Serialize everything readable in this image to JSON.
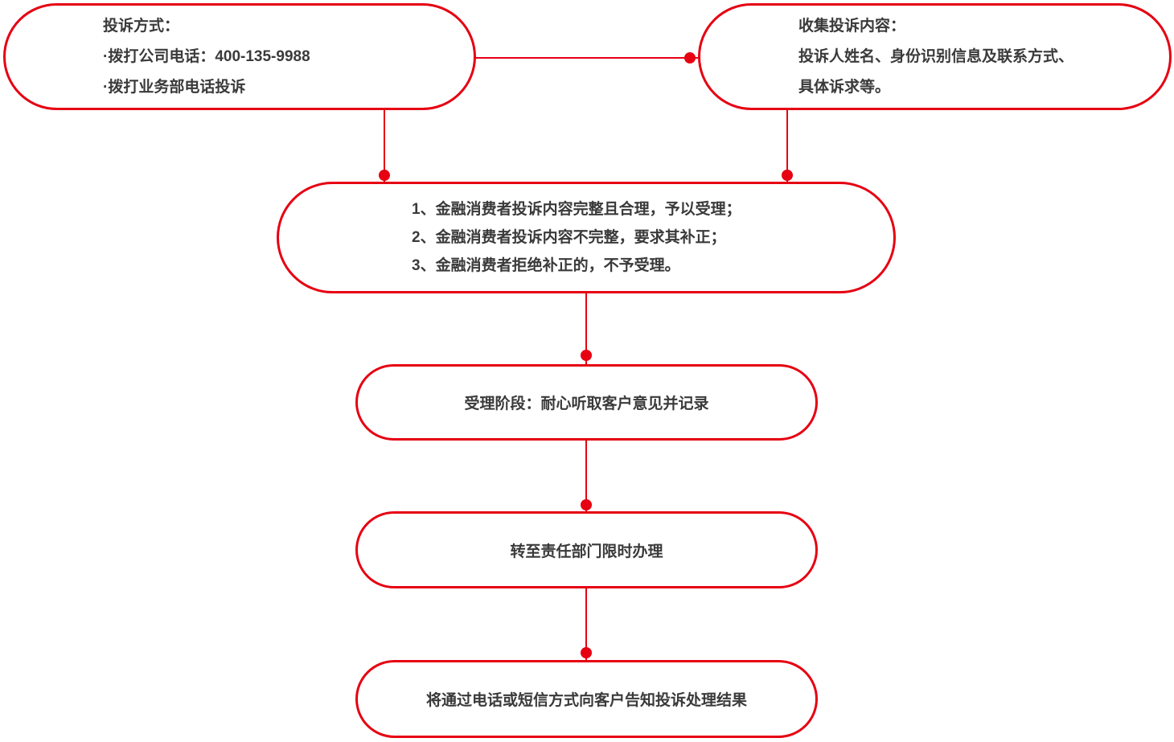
{
  "colors": {
    "accent_red": "#e60012",
    "text": "#3a3a3a",
    "background": "#ffffff"
  },
  "flowchart": {
    "nodes": [
      {
        "id": "complaint-methods",
        "lines": [
          "投诉方式：",
          "·拨打公司电话：400-135-9988",
          "·拨打业务部电话投诉"
        ]
      },
      {
        "id": "collect-complaint-content",
        "lines": [
          "收集投诉内容：",
          "投诉人姓名、身份识别信息及联系方式、",
          "具体诉求等。"
        ]
      },
      {
        "id": "acceptance-rules",
        "lines": [
          "1、金融消费者投诉内容完整且合理，予以受理；",
          "2、金融消费者投诉内容不完整，要求其补正；",
          "3、金融消费者拒绝补正的，不予受理。"
        ]
      },
      {
        "id": "acceptance-stage",
        "lines": [
          "受理阶段：耐心听取客户意见并记录"
        ]
      },
      {
        "id": "transfer-responsible-department",
        "lines": [
          "转至责任部门限时办理"
        ]
      },
      {
        "id": "notify-result",
        "lines": [
          "将通过电话或短信方式向客户告知投诉处理结果"
        ]
      }
    ]
  }
}
